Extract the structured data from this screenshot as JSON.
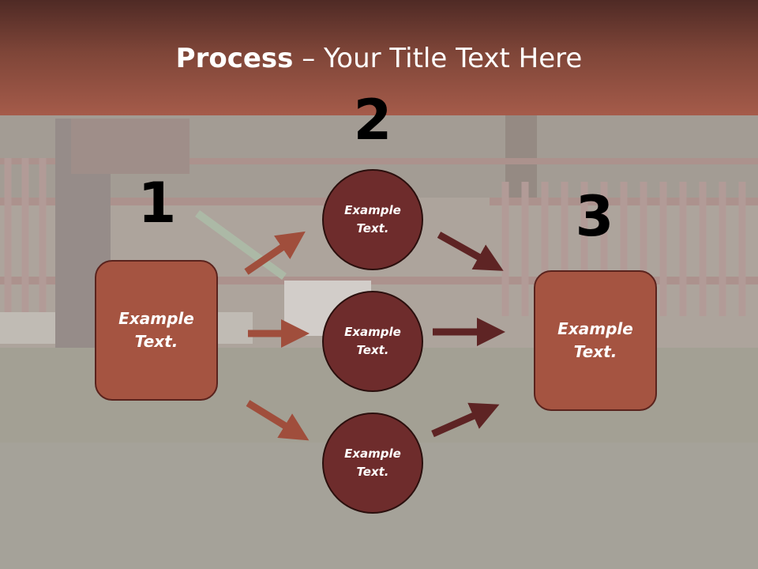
{
  "title": {
    "bold": "Process",
    "dash": " – ",
    "rest": "Your Title Text Here"
  },
  "steps": {
    "one": "1",
    "two": "2",
    "three": "3"
  },
  "nodes": {
    "left_box": "Example Text.",
    "circle_top": "Example Text.",
    "circle_middle": "Example Text.",
    "circle_bottom": "Example Text.",
    "right_box": "Example Text."
  },
  "colors": {
    "header_top": "#4f2a25",
    "header_bottom": "#a55b4a",
    "box_fill": "#a55441",
    "circle_fill": "#6e2c2c",
    "arrow_left": "#a04e3c",
    "arrow_right": "#5e2424"
  }
}
